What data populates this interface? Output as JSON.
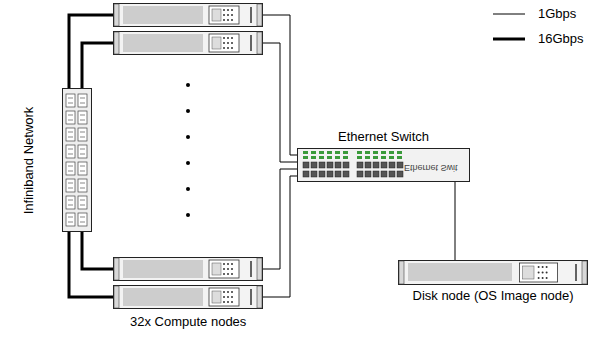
{
  "diagram": {
    "nodes": [
      {
        "text": [
          "Infiniband Network"
        ]
      },
      {
        "text": [
          "32x Compute nodes"
        ]
      },
      {
        "text": [
          "Ethernet Switch"
        ]
      },
      {
        "text": [
          "Disk node (OS Image node)"
        ]
      }
    ],
    "edges": [
      {
        "from": 0,
        "to": 1,
        "arrow": "none"
      },
      {
        "from": 1,
        "to": 2,
        "arrow": "none"
      },
      {
        "from": 2,
        "to": 3,
        "arrow": "none"
      }
    ],
    "labels": [
      "Ethernet Swit"
    ],
    "legend": [
      {
        "text": "1Gbps"
      },
      {
        "text": "16Gbps"
      }
    ]
  }
}
